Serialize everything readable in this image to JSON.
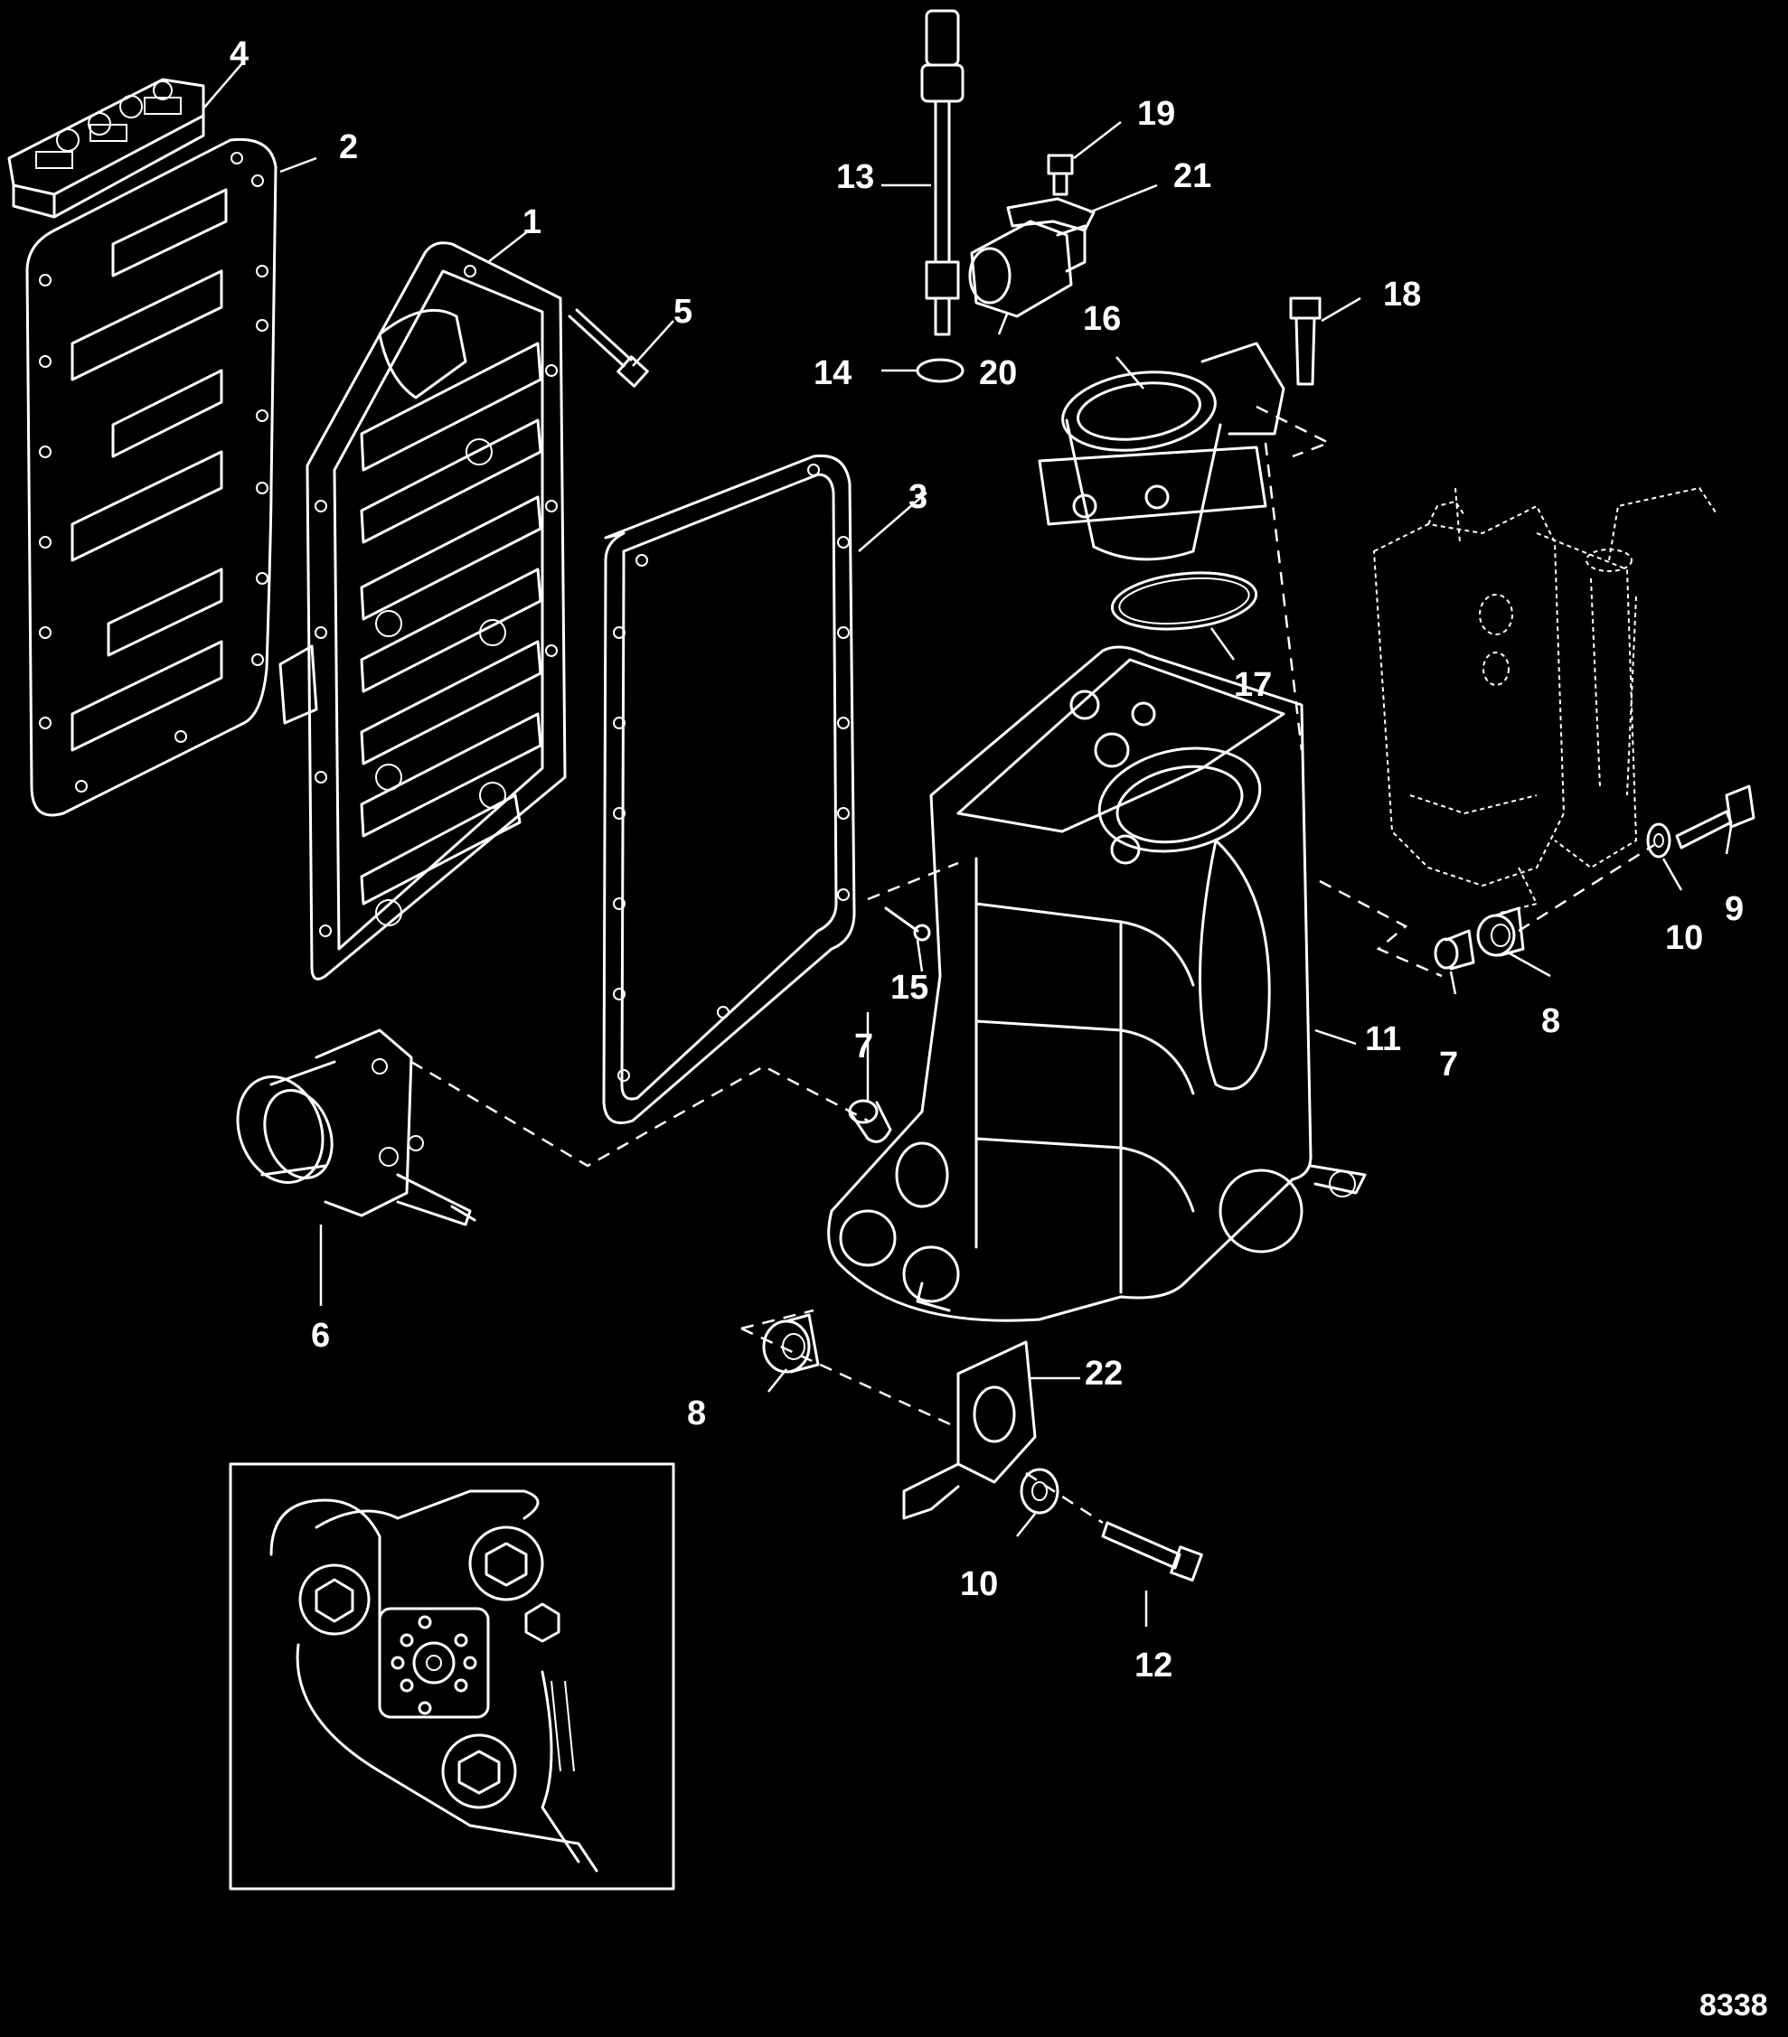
{
  "figure_number": "8338",
  "callouts": [
    {
      "id": "c1",
      "text": "1"
    },
    {
      "id": "c2",
      "text": "2"
    },
    {
      "id": "c3",
      "text": "3"
    },
    {
      "id": "c4",
      "text": "4"
    },
    {
      "id": "c5",
      "text": "5"
    },
    {
      "id": "c6",
      "text": "6"
    },
    {
      "id": "c7a",
      "text": "7"
    },
    {
      "id": "c7b",
      "text": "7"
    },
    {
      "id": "c8a",
      "text": "8"
    },
    {
      "id": "c8b",
      "text": "8"
    },
    {
      "id": "c9",
      "text": "9"
    },
    {
      "id": "c10a",
      "text": "10"
    },
    {
      "id": "c10b",
      "text": "10"
    },
    {
      "id": "c11",
      "text": "11"
    },
    {
      "id": "c12",
      "text": "12"
    },
    {
      "id": "c13",
      "text": "13"
    },
    {
      "id": "c14",
      "text": "14"
    },
    {
      "id": "c15",
      "text": "15"
    },
    {
      "id": "c16",
      "text": "16"
    },
    {
      "id": "c17",
      "text": "17"
    },
    {
      "id": "c18",
      "text": "18"
    },
    {
      "id": "c19",
      "text": "19"
    },
    {
      "id": "c20",
      "text": "20"
    },
    {
      "id": "c21",
      "text": "21"
    },
    {
      "id": "c22",
      "text": "22"
    }
  ]
}
